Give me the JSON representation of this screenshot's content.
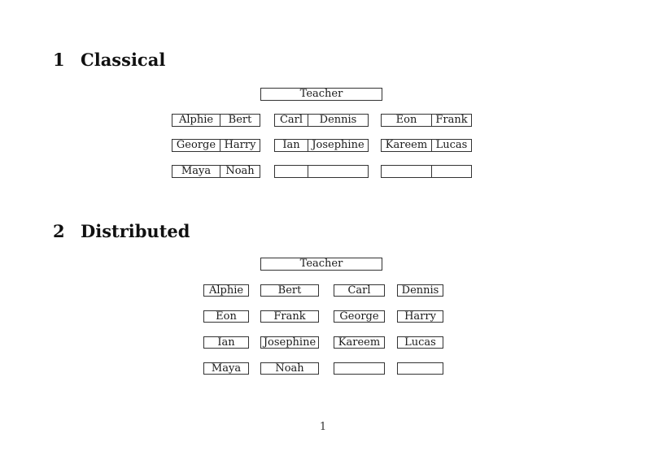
{
  "colors": {
    "ink": "#1a1a1a",
    "border": "#333333",
    "background": "#ffffff"
  },
  "page_number": "1",
  "sections": {
    "classical": {
      "number": "1",
      "title": "Classical",
      "teacher_label": "Teacher",
      "rows": [
        [
          [
            "Alphie",
            "Bert"
          ],
          [
            "Carl",
            "Dennis"
          ],
          [
            "Eon",
            "Frank"
          ]
        ],
        [
          [
            "George",
            "Harry"
          ],
          [
            "Ian",
            "Josephine"
          ],
          [
            "Kareem",
            "Lucas"
          ]
        ],
        [
          [
            "Maya",
            "Noah"
          ],
          [
            "",
            ""
          ],
          [
            "",
            ""
          ]
        ]
      ]
    },
    "distributed": {
      "number": "2",
      "title": "Distributed",
      "teacher_label": "Teacher",
      "rows": [
        [
          "Alphie",
          "Bert",
          "Carl",
          "Dennis"
        ],
        [
          "Eon",
          "Frank",
          "George",
          "Harry"
        ],
        [
          "Ian",
          "Josephine",
          "Kareem",
          "Lucas"
        ],
        [
          "Maya",
          "Noah",
          "",
          ""
        ]
      ]
    }
  }
}
